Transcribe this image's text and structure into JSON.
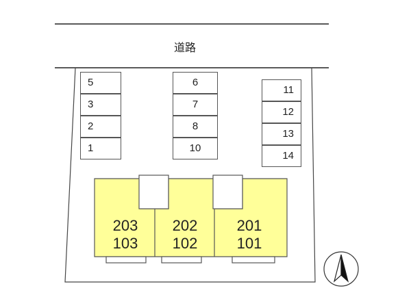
{
  "road": {
    "label": "道路"
  },
  "parking": {
    "column_a": [
      "5",
      "3",
      "2",
      "1"
    ],
    "column_b": [
      "6",
      "7",
      "8",
      "10"
    ],
    "column_c": [
      "11",
      "12",
      "13",
      "14"
    ]
  },
  "building": {
    "units": [
      {
        "upper": "203",
        "lower": "103"
      },
      {
        "upper": "202",
        "lower": "102"
      },
      {
        "upper": "201",
        "lower": "101"
      }
    ],
    "fill_color": "#ffff99"
  },
  "compass": {
    "icon": "north-arrow-icon"
  }
}
